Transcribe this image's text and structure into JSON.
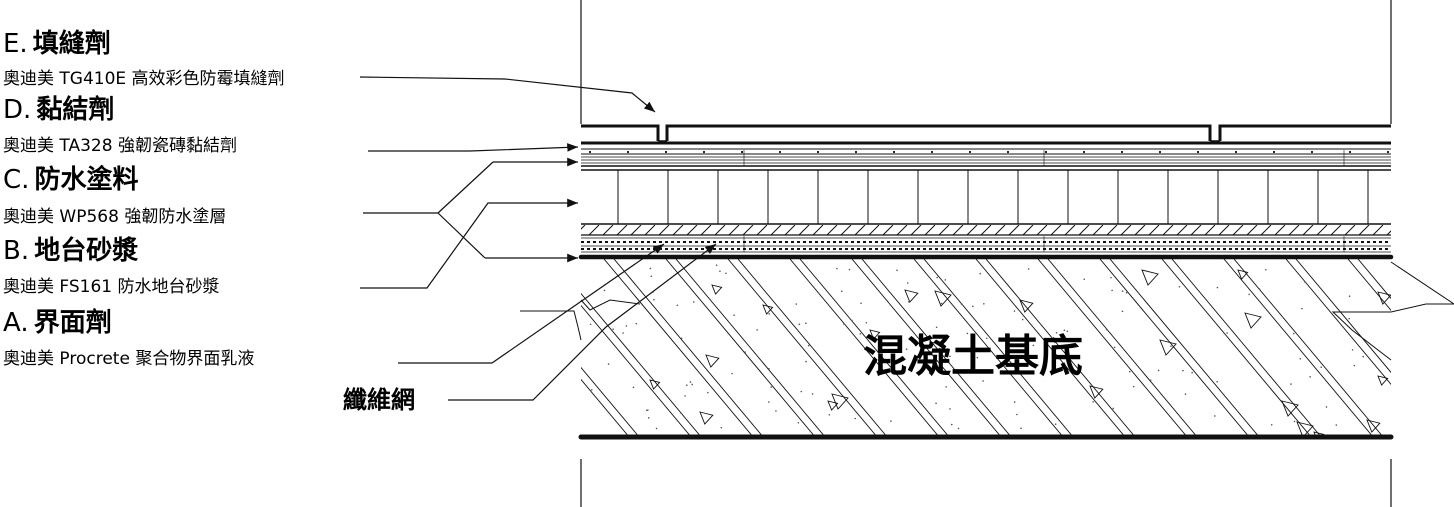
{
  "layers": [
    {
      "id": "E",
      "prefix": "E.",
      "name": "填縫劑",
      "product": "奧迪美  TG410E  高效彩色防霉填縫劑"
    },
    {
      "id": "D",
      "prefix": "D.",
      "name": "黏結劑",
      "product": "奧迪美  TA328  強韌瓷磚黏結劑"
    },
    {
      "id": "C",
      "prefix": "C.",
      "name": "防水塗料",
      "product": "奧迪美  WP568  強韌防水塗層"
    },
    {
      "id": "B",
      "prefix": "B.",
      "name": "地台砂漿",
      "product": "奧迪美  FS161  防水地台砂漿"
    },
    {
      "id": "A",
      "prefix": "A.",
      "name": "界面劑",
      "product": "奧迪美  Procrete 聚合物界面乳液"
    }
  ],
  "mesh_label": "纖維網",
  "base_label": "混凝土基底",
  "colors": {
    "line": "#111111",
    "background": "#ffffff"
  }
}
